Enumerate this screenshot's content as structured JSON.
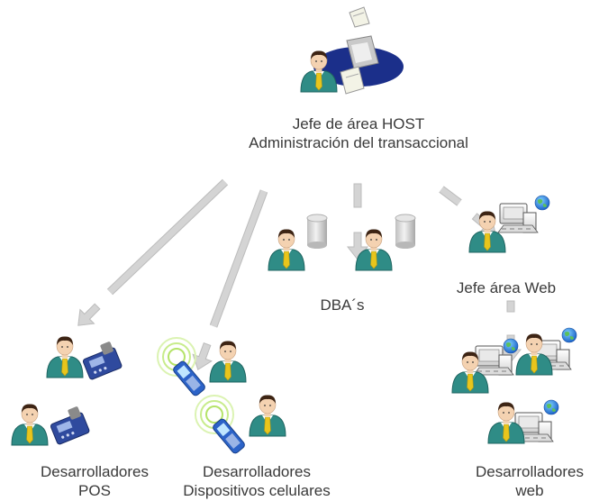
{
  "nodes": {
    "host": {
      "line1": "Jefe de área HOST",
      "line2": "Administración del transaccional"
    },
    "dba": {
      "line1": "DBA´s"
    },
    "web_lead": {
      "line1": "Jefe área Web"
    },
    "pos": {
      "line1": "Desarrolladores",
      "line2": "POS"
    },
    "mobile": {
      "line1": "Desarrolladores",
      "line2": "Dispositivos celulares"
    },
    "web_devs": {
      "line1": "Desarrolladores",
      "line2": "web"
    }
  },
  "icons": {
    "person": "person-icon",
    "mainframe": "mainframe-printer-icon",
    "database": "database-icon",
    "workstation": "computer-workstation-icon",
    "globe": "globe-icon",
    "pos_terminal": "pos-terminal-icon",
    "mobile_phone": "mobile-phone-icon"
  },
  "colors": {
    "suit": "#2f8c86",
    "suit_dark": "#1f6561",
    "tie": "#e8c51c",
    "skin": "#f4d2b1",
    "hair": "#3d2414",
    "arrow_fill": "#d4d4d4",
    "arrow_stroke": "#bcbcbc",
    "text": "#3a3a3a",
    "host_blob": "#1b2f8a"
  }
}
